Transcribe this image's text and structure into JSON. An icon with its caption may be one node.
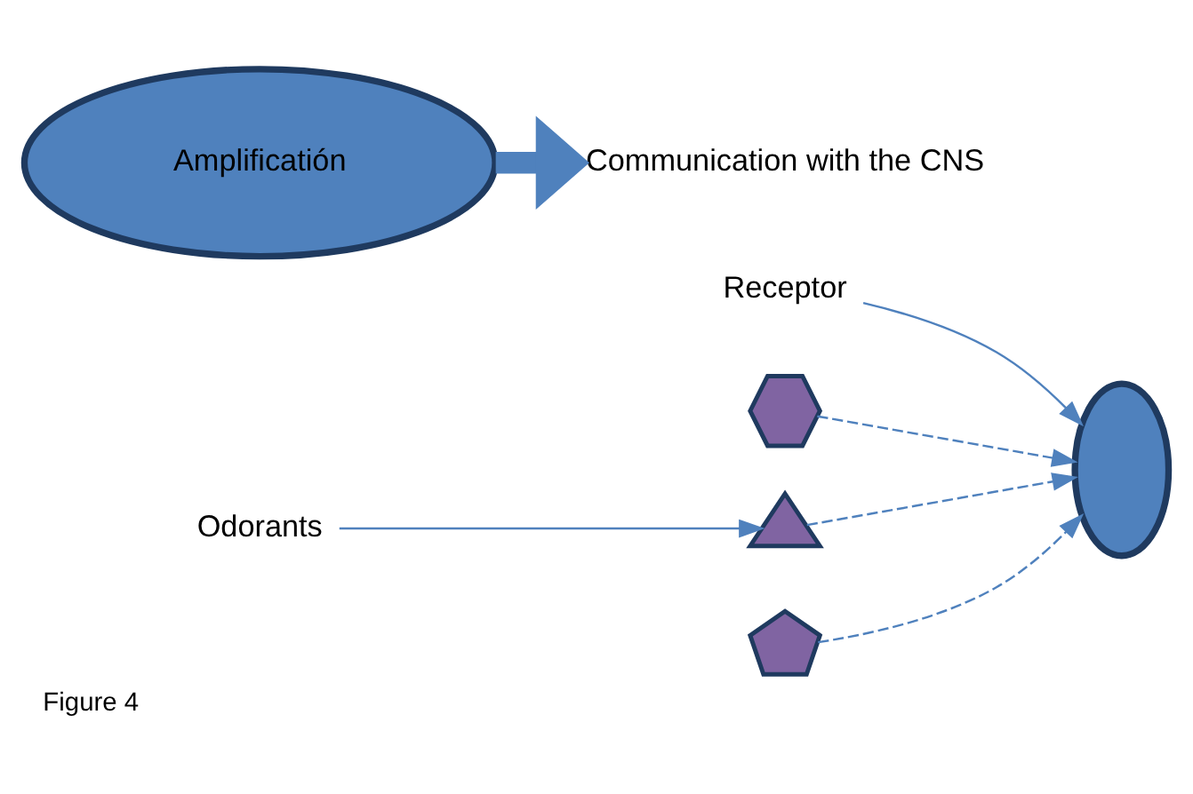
{
  "diagram": {
    "caption": "Figure 4",
    "nodes": [
      {
        "text": [
          "Receptor"
        ]
      },
      {
        "text": [],
        "shape": "ellipse"
      },
      {
        "text": [
          "Amplificatión"
        ]
      },
      {
        "text": [],
        "shape": "hexagon"
      },
      {
        "text": [],
        "shape": "triangle"
      },
      {
        "text": [],
        "shape": "pentagon"
      },
      {
        "text": [
          "Odorants"
        ]
      },
      {
        "text": [
          "Communication with the CNS"
        ]
      }
    ],
    "edges": [
      {
        "from": 0,
        "to": 1,
        "arrow": "to"
      },
      {
        "from": 3,
        "to": 1,
        "arrow": "to",
        "style": "dashed"
      },
      {
        "from": 4,
        "to": 1,
        "arrow": "to",
        "style": "dashed"
      },
      {
        "from": 5,
        "to": 1,
        "arrow": "to",
        "style": "dashed"
      },
      {
        "from": 6,
        "to": 4,
        "arrow": "to"
      },
      {
        "from": 2,
        "to": 7,
        "arrow": "to",
        "style": "thick"
      }
    ]
  }
}
